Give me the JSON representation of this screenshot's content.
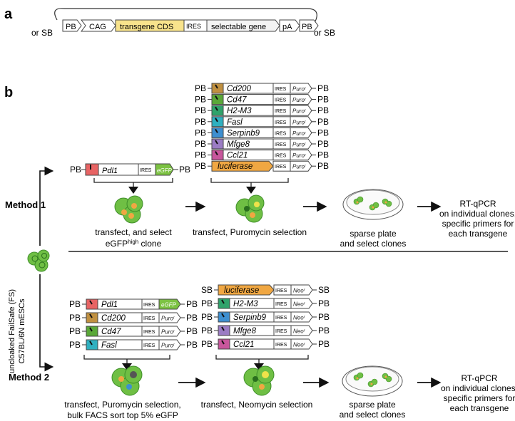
{
  "panel_a": {
    "label": "a",
    "or_sb_left": "or SB",
    "or_sb_right": "or SB",
    "elements": [
      "PB",
      "CAG",
      "transgene CDS",
      "IRES",
      "selectable gene",
      "pA",
      "PB"
    ]
  },
  "panel_b": {
    "label": "b",
    "common": {
      "pb": "PB",
      "sb": "SB",
      "ires": "IRES",
      "puro": "Puroʳ",
      "neo": "Neoʳ",
      "egfp": "eGFP"
    },
    "cell_line": "uncloaked FailSafe (FS)",
    "cell_line_2": "C57BL/6N mESCs",
    "method1": {
      "label": "Method 1",
      "pdl1_gene": "Pdl1",
      "genes": [
        "Cd200",
        "Cd47",
        "H2-M3",
        "Fasl",
        "Serpinb9",
        "Mfge8",
        "Ccl21",
        "luciferase"
      ],
      "step1_a": "transfect, and select",
      "step1_b": "eGFP",
      "step1_sup": "high",
      "step1_c": " clone",
      "step2": "transfect, Puromycin selection",
      "step3_a": "sparse plate",
      "step3_b": "and select clones",
      "step4": [
        "RT-qPCR",
        "on individual clones,",
        "specific primers for",
        "each transgene"
      ]
    },
    "method2": {
      "label": "Method 2",
      "left_genes": [
        "Pdl1",
        "Cd200",
        "Cd47",
        "Fasl"
      ],
      "right_genes": [
        "luciferase",
        "H2-M3",
        "Serpinb9",
        "Mfge8",
        "Ccl21"
      ],
      "step1": [
        "transfect, Puromycin selection,",
        "bulk FACS sort top 5% eGFP"
      ],
      "step2": "transfect, Neomycin selection",
      "step3_a": "sparse plate",
      "step3_b": "and select clones",
      "step4": [
        "RT-qPCR",
        "on individual clones,",
        "specific primers for",
        "each transgene"
      ]
    }
  },
  "colors": {
    "transgene": "#f8e38c",
    "luciferase": "#f0a742",
    "egfp": "#7cc242",
    "cell_green": "#6fbf44",
    "cell_dark": "#3f8f2a",
    "pdl1": "#e86464",
    "cd200": "#c09040",
    "cd47": "#5aa838",
    "h2m3": "#2fa36b",
    "fasl": "#2fb0c0",
    "serpinb9": "#3d8fd0",
    "mfge8": "#9b7cc4",
    "ccl21": "#c8569c"
  }
}
